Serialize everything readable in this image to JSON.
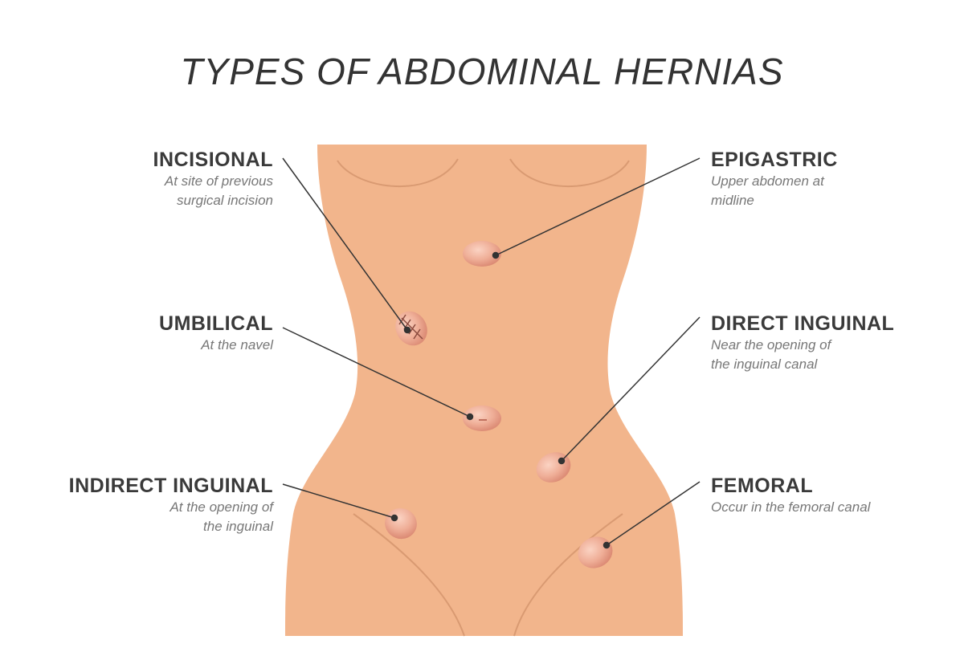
{
  "title": "TYPES OF ABDOMINAL HERNIAS",
  "colors": {
    "skin": "#f2b58c",
    "skin_line": "#d99a72",
    "bulge_light": "#f7c4b0",
    "bulge_dark": "#e3917c",
    "leader": "#333333",
    "title": "#333333",
    "label_name": "#3a3a3a",
    "label_desc": "#777777"
  },
  "labels": {
    "incisional": {
      "name": "INCISIONAL",
      "desc1": "At site of previous",
      "desc2": "surgical incision"
    },
    "umbilical": {
      "name": "UMBILICAL",
      "desc1": "At the navel",
      "desc2": ""
    },
    "indirect_inguinal": {
      "name": "INDIRECT INGUINAL",
      "desc1": "At the opening of",
      "desc2": "the inguinal"
    },
    "epigastric": {
      "name": "EPIGASTRIC",
      "desc1": "Upper abdomen at",
      "desc2": "midline"
    },
    "direct_inguinal": {
      "name": "DIRECT INGUINAL",
      "desc1": "Near the opening of",
      "desc2": "the inguinal canal"
    },
    "femoral": {
      "name": "FEMORAL",
      "desc1": "Occur in the femoral canal",
      "desc2": ""
    }
  }
}
